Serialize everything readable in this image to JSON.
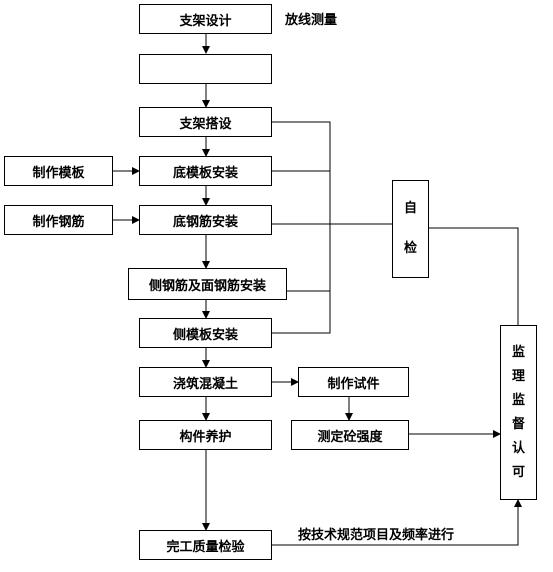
{
  "main_steps": {
    "support_design": "支架设计",
    "blank_step": "",
    "support_erection": "支架搭设",
    "bottom_formwork_install": "底模板安装",
    "bottom_rebar_install": "底钢筋安装",
    "side_face_rebar_install": "侧钢筋及面钢筋安装",
    "side_formwork_install": "侧模板安装",
    "pour_concrete": "浇筑混凝土",
    "member_curing": "构件养护",
    "completion_quality_inspection": "完工质量检验"
  },
  "side_steps": {
    "make_formwork": "制作模板",
    "make_rebar": "制作钢筋",
    "make_test_specimen": "制作试件",
    "measure_concrete_strength": "测定砼强度"
  },
  "checks": {
    "self_check_chars": [
      "自",
      "检"
    ],
    "supervision_approval_chars": [
      "监",
      "理",
      "监",
      "督",
      "认",
      "可"
    ]
  },
  "annotations": {
    "layout_survey": "放线测量",
    "frequency_note": "按技术规范项目及频率进行"
  }
}
